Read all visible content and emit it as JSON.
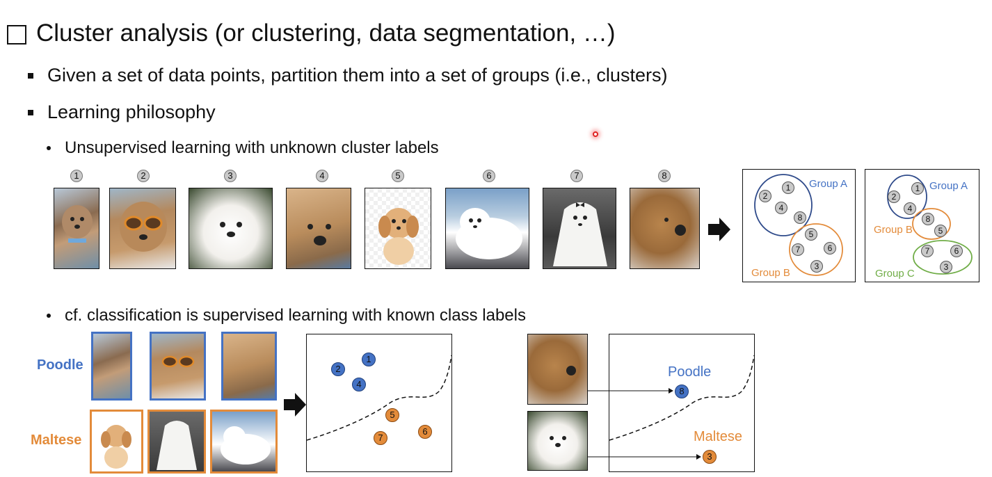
{
  "heading": "Cluster analysis (or clustering, data segmentation, …)",
  "bullets": [
    "Given a set of data points, partition them into a set of groups (i.e., clusters)",
    "Learning philosophy"
  ],
  "sub_bullets": [
    "Unsupervised learning with unknown cluster labels",
    "cf. classification is supervised learning with known class labels"
  ],
  "image_numbers": [
    "1",
    "2",
    "3",
    "4",
    "5",
    "6",
    "7",
    "8"
  ],
  "panel1": {
    "group_a": "Group A",
    "group_b": "Group B",
    "nodes": [
      "2",
      "1",
      "4",
      "8",
      "5",
      "7",
      "6",
      "3"
    ]
  },
  "panel2": {
    "group_a": "Group A",
    "group_b": "Group B",
    "group_c": "Group C",
    "nodes": [
      "2",
      "1",
      "4",
      "8",
      "5",
      "7",
      "6",
      "3"
    ]
  },
  "classification": {
    "poodle_label": "Poodle",
    "maltese_label": "Maltese",
    "blue_nodes": [
      "2",
      "1",
      "4"
    ],
    "orange_nodes": [
      "5",
      "7",
      "6"
    ]
  },
  "prediction": {
    "poodle_label": "Poodle",
    "maltese_label": "Maltese",
    "poodle_node": "8",
    "maltese_node": "3"
  },
  "colors": {
    "group_a": "#4472c4",
    "group_b": "#e38b3a",
    "group_c": "#70ad47",
    "poodle": "#4472c4",
    "maltese": "#e38b3a"
  }
}
